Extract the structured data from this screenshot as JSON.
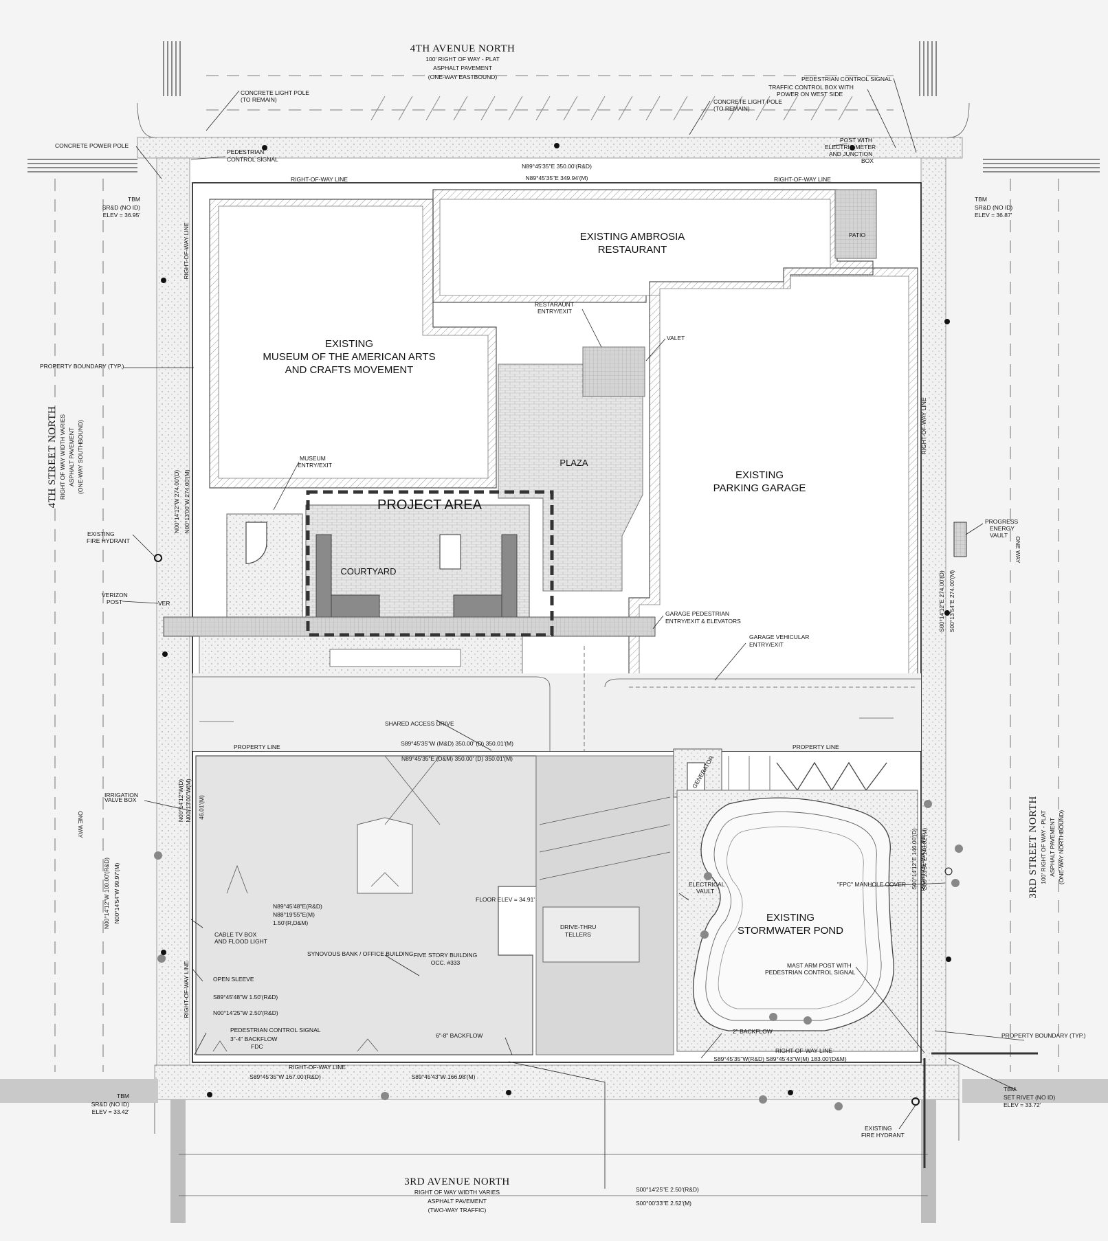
{
  "streets": {
    "north": {
      "name": "4TH AVENUE NORTH",
      "l1": "100' RIGHT OF WAY - PLAT",
      "l2": "ASPHALT PAVEMENT",
      "l3": "(ONE-WAY EASTBOUND)"
    },
    "south": {
      "name": "3RD AVENUE NORTH",
      "l1": "RIGHT OF WAY WIDTH VARIES",
      "l2": "ASPHALT PAVEMENT",
      "l3": "(TWO-WAY TRAFFIC)"
    },
    "west": {
      "name": "4TH STREET NORTH",
      "l1": "RIGHT OF WAY WIDTH VARIES",
      "l2": "ASPHALT PAVEMENT",
      "l3": "(ONE-WAY SOUTHBOUND)"
    },
    "east": {
      "name": "3RD STREET NORTH",
      "l1": "100' RIGHT OF WAY - PLAT",
      "l2": "ASPHALT PAVEMENT",
      "l3": "(ONE-WAY NORTHBOUND)"
    }
  },
  "buildings": {
    "museum": {
      "l1": "EXISTING",
      "l2": "MUSEUM OF THE AMERICAN ARTS",
      "l3": "AND CRAFTS MOVEMENT"
    },
    "restaurant": {
      "l1": "EXISTING AMBROSIA",
      "l2": "RESTAURANT"
    },
    "garage": {
      "l1": "EXISTING",
      "l2": "PARKING GARAGE"
    },
    "pond": {
      "l1": "EXISTING",
      "l2": "STORMWATER POND"
    },
    "plaza": "PLAZA",
    "courtyard": "COURTYARD",
    "project": "PROJECT AREA",
    "patio": "PATIO",
    "bank": {
      "l1": "FIVE STORY BUILDING",
      "l2": "OCC. #333"
    },
    "floor_elev": "FLOOR ELEV = 34.91'"
  },
  "tbm": {
    "nw": {
      "l1": "TBM",
      "l2": "SR&D (NO ID)",
      "l3": "ELEV = 36.95'"
    },
    "ne": {
      "l1": "TBM",
      "l2": "SR&D (NO ID)",
      "l3": "ELEV = 36.87'"
    },
    "sw": {
      "l1": "TBM",
      "l2": "SR&D (NO ID)",
      "l3": "ELEV = 33.42'"
    },
    "se": {
      "l1": "TBM",
      "l2": "SET RIVET (NO ID)",
      "l3": "ELEV = 33.72'"
    }
  },
  "bearings": {
    "north1": "N89°45'35\"E  350.00'(R&D)",
    "north2": "N89°45'35\"E  349.94'(M)",
    "mid1": "S89°45'35\"W (M&D)  350.00' (D)  350.01'(M)",
    "mid2": "N89°45'35\"E (D&M)  350.00' (D)  350.01'(M)",
    "west1": "N00°14'12\"W  274.00'(D)",
    "west2": "N00°13'00\"W  274.00'(M)",
    "east1": "S00°14'12\"E  274.00'(D)",
    "east2": "S00°13'54\"E  274.00'(M)",
    "sw1": "N00°14'12\"W(D)",
    "sw2": "N00°13'00\"W(M)",
    "sw3": "46.01'(M)",
    "sw4": "N00°14'12\"W  100.00'(R&D)",
    "sw5": "N00°14'54\"W  99.97'(M)",
    "se1": "S00°14'12\"E  146.00'(D)",
    "se2": "S00°13'54\"E  146.02'(M)",
    "south1": "S89°45'35\"W  167.00'(R&D)",
    "south2": "S89°45'43\"W  166.98'(M)",
    "south3": "S89°45'35\"W(R&D)  S89°45'43\"W(M)  183.00'(D&M)",
    "bank1": "N89°45'48\"E(R&D)",
    "bank2": "N88°19'55\"E(M)",
    "bank3": "1.50'(R,D&M)",
    "bank4": "S89°45'48\"W  1.50'(R&D)",
    "bank5": "N00°14'25\"W  2.50'(R&D)",
    "bot1": "S00°14'25\"E  2.50'(R&D)",
    "bot2": "S00°00'33\"E  2.52'(M)"
  },
  "callouts": {
    "light_pole1_l1": "CONCRETE LIGHT POLE",
    "light_pole1_l2": "(TO REMAIN)",
    "light_pole2_l1": "CONCRETE LIGHT POLE",
    "light_pole2_l2": "(TO REMAIN)",
    "power_pole": "CONCRETE POWER POLE",
    "ped_ctrl_nw_l1": "PEDESTRIAN",
    "ped_ctrl_nw_l2": "CONTROL SIGNAL",
    "ped_ctrl_ne": "PEDESTRIAN CONTROL SIGNAL",
    "traffic_box_l1": "TRAFFIC CONTROL BOX WITH",
    "traffic_box_l2": "POWER ON WEST SIDE",
    "meter_l1": "POST WITH",
    "meter_l2": "ELECTRIC METER",
    "meter_l3": "AND JUNCTION",
    "meter_l4": "BOX",
    "row_line": "RIGHT-OF-WAY LINE",
    "row_line_v": "RIGHT-OF-WAY LINE",
    "property_line": "PROPERTY LINE",
    "property_boundary": "PROPERTY BOUNDARY (TYP.)",
    "restaurant_entry_l1": "RESTARAUNT",
    "restaurant_entry_l2": "ENTRY/EXIT",
    "valet": "VALET",
    "museum_entry_l1": "MUSEUM",
    "museum_entry_l2": "ENTRY/EXIT",
    "fire_hydrant_w_l1": "EXISTING",
    "fire_hydrant_w_l2": "FIRE HYDRANT",
    "verizon_l1": "VERIZON",
    "verizon_l2": "POST",
    "ver": "VER",
    "garage_ped_l1": "GARAGE PEDESTRIAN",
    "garage_ped_l2": "ENTRY/EXIT & ELEVATORS",
    "garage_veh_l1": "GARAGE VEHICULAR",
    "garage_veh_l2": "ENTRY/EXIT",
    "shared_drive": "SHARED ACCESS DRIVE",
    "progress_l1": "PROGRESS",
    "progress_l2": "ENERGY",
    "progress_l3": "VAULT",
    "one_way": "ONE WAY",
    "irrigation_l1": "IRRIGATION",
    "irrigation_l2": "VALVE BOX",
    "generator": "GENERATOR",
    "elec_vault_l1": "ELECTRICAL",
    "elec_vault_l2": "VAULT",
    "manhole": "\"FPC\" MANHOLE COVER",
    "drive_thru_l1": "DRIVE-THRU",
    "drive_thru_l2": "TELLERS",
    "cable_l1": "CABLE TV BOX",
    "cable_l2": "AND FLOOD LIGHT",
    "bank_bldg": "SYNOVOUS BANK / OFFICE BUILDING",
    "open_sleeve": "OPEN SLEEVE",
    "ped_ctrl_sw": "PEDESTRIAN CONTROL SIGNAL",
    "backflow_34": "3\"-4\" BACKFLOW",
    "fdc": "FDC",
    "backflow_68": "6\"-8\" BACKFLOW",
    "backflow_2": "2\" BACKFLOW",
    "mast_arm_l1": "MAST ARM POST WITH",
    "mast_arm_l2": "PEDESTRIAN CONTROL SIGNAL",
    "fire_hydrant_s_l1": "EXISTING",
    "fire_hydrant_s_l2": "FIRE HYDRANT"
  }
}
